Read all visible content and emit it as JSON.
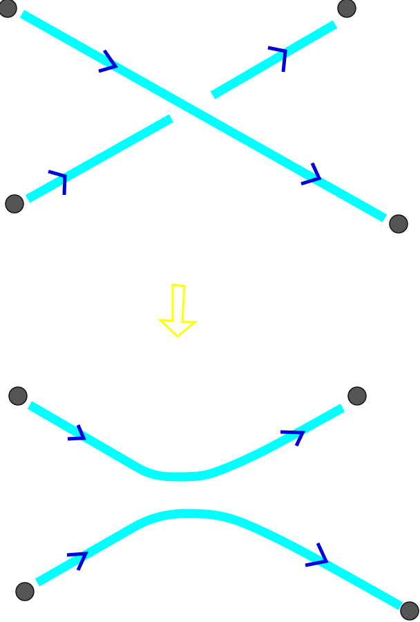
{
  "colors": {
    "background": "#ffffff",
    "strand": "#00ffff",
    "arrow": "#0000dd",
    "endpoint_fill": "#555555",
    "endpoint_stroke": "#111111",
    "transition_arrow_stroke": "#ffff00",
    "transition_arrow_fill": "#ffffff"
  },
  "diagram": {
    "before": {
      "description_ref": "crossing",
      "strands": [
        {
          "name": "over-strand",
          "arrow_direction": "forward"
        },
        {
          "name": "under-strand",
          "arrow_direction": "forward"
        }
      ]
    },
    "transition": {
      "icon": "down-arrow-icon"
    },
    "after": {
      "description_ref": "smoothing",
      "strands": [
        {
          "name": "upper-arc",
          "arrow_direction": "forward"
        },
        {
          "name": "lower-arc",
          "arrow_direction": "forward"
        }
      ]
    },
    "endpoint_icon": "endpoint-dot-icon"
  }
}
